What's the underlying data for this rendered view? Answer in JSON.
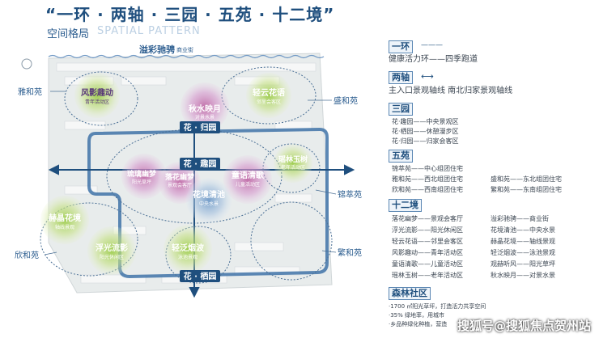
{
  "header": {
    "title": "“一环 · 两轴 · 三园 · 五苑 · 十二境”",
    "subtitle_cn": "空间格局",
    "subtitle_en": "SPATIAL PATTERN"
  },
  "map": {
    "road_label": "溢彩驰骋",
    "road_sub": "商业街",
    "axis_top": "花 · 归园",
    "axis_mid": "花 · 趣园",
    "axis_bottom": "花 · 栖园",
    "zones": [
      {
        "name": "雅和苑"
      },
      {
        "name": "盛和苑"
      },
      {
        "name": "锦萃苑"
      },
      {
        "name": "欣和苑"
      },
      {
        "name": "繁和苑"
      }
    ],
    "spots": [
      {
        "name": "风影趣动",
        "sub": "青年活动区"
      },
      {
        "name": "秋水映月",
        "sub": "对景水景"
      },
      {
        "name": "轻云花语",
        "sub": "邻里会客区"
      },
      {
        "name": "瑶林玉树",
        "sub": "老年活动区"
      },
      {
        "name": "琉璃幽梦",
        "sub": "阳光草坪"
      },
      {
        "name": "落花幽梦",
        "sub": "景观会客厅"
      },
      {
        "name": "童语清歌",
        "sub": "儿童活动区"
      },
      {
        "name": "花境清池",
        "sub": "中央水景"
      },
      {
        "name": "赫晶花境",
        "sub": "轴线景观"
      },
      {
        "name": "浮光流影",
        "sub": "阳光休闲区"
      },
      {
        "name": "轻泛烟波",
        "sub": "泳池景观"
      }
    ]
  },
  "legend": {
    "ring": {
      "title": "一环",
      "text": "健康活力环——四季跑道"
    },
    "axes": {
      "title": "两轴",
      "text": "主入口景观轴线   南北归家景观轴线"
    },
    "gardens": {
      "title": "三园",
      "items": [
        "花·趣园——中央景观区",
        "花·栖园——休憩漫步区",
        "花·归园——归家会客区"
      ]
    },
    "courts": {
      "title": "五苑",
      "items": [
        "锦萃苑——中心组团住宅",
        "盛和苑——东北组团住宅",
        "雅和苑——西北组团住宅",
        "繁和苑——东南组团住宅",
        "欣和苑——西南组团住宅"
      ]
    },
    "scenes": {
      "title": "十二境",
      "items": [
        "落花幽梦——景观会客厅",
        "溢彩驰骋——商业街",
        "浮光流影——阳光休闲区",
        "花境清池——中央水景",
        "轻云花语——邻里会客区",
        "赫晶花境——轴线景观",
        "风影趣动——青年活动区",
        "轻泛烟波——泳池景观",
        "童语清歌——儿童活动区",
        "观赫听风——阳光草坪",
        "瑶林玉树——老年活动区",
        "秋水映月——对景水景"
      ]
    },
    "forest": {
      "title": "森林社区",
      "lines": [
        "·1700 ㎡阳光草坪，打造活力共享空间",
        "·35% 绿地率，用城市",
        "·乡品种绿化种植，营造"
      ]
    }
  },
  "watermark": "搜狐号@搜狐焦点贺州站",
  "colors": {
    "accent": "#1f4f7e",
    "road": "#dfe6ea",
    "ring": "#3f73a8"
  }
}
